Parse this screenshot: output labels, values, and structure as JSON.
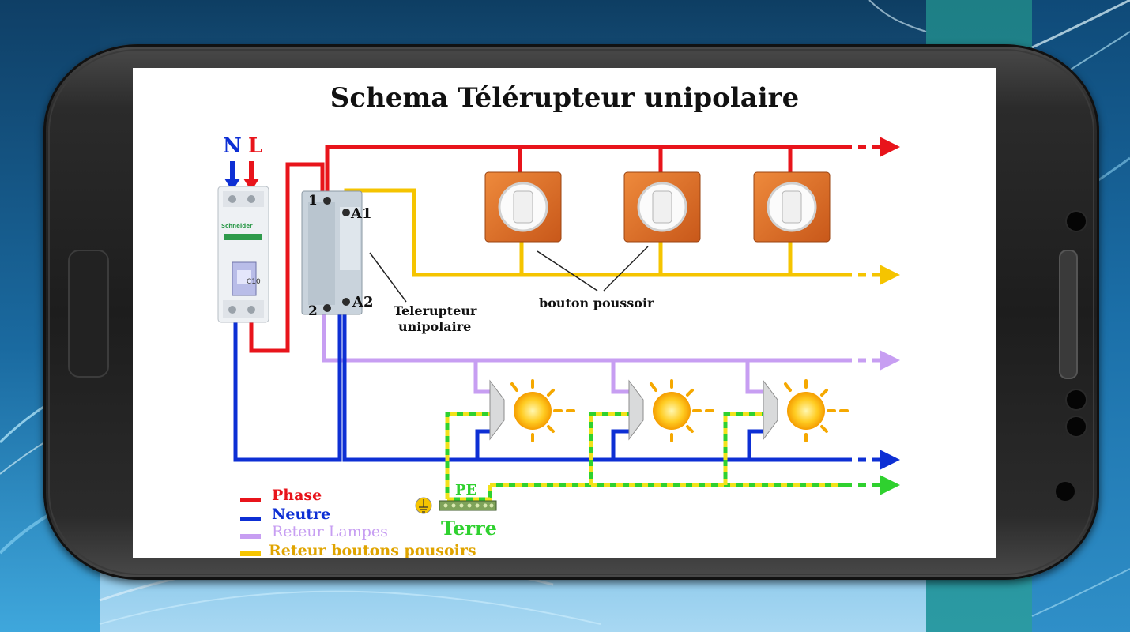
{
  "diagram": {
    "title": "Schema Télérupteur unipolaire",
    "supply": {
      "neutral": "N",
      "line": "L"
    },
    "relay": {
      "terminal_1": "1",
      "terminal_2": "2",
      "coil_a1": "A1",
      "coil_a2": "A2"
    },
    "breaker_rating": "C10",
    "breaker_brand": "Schneider",
    "callouts": {
      "telerupteur_line1": "Telerupteur",
      "telerupteur_line2": "unipolaire",
      "push_buttons": "bouton poussoir"
    },
    "earth": {
      "bar_label": "PE",
      "label": "Terre"
    },
    "legend": [
      {
        "label": "Phase",
        "color": "#e8141b"
      },
      {
        "label": "Neutre",
        "color": "#0d2fd4"
      },
      {
        "label": "Reteur Lampes",
        "color": "#c79ef2"
      },
      {
        "label": "Reteur boutons pousoirs",
        "color": "#f5c400"
      }
    ],
    "wire_colors": {
      "phase": "#e8141b",
      "neutral": "#0d2fd4",
      "lamp_return": "#c79ef2",
      "button_return": "#f5c400",
      "earth_green": "#2fd12f",
      "earth_yellow": "#f2e21a"
    }
  }
}
